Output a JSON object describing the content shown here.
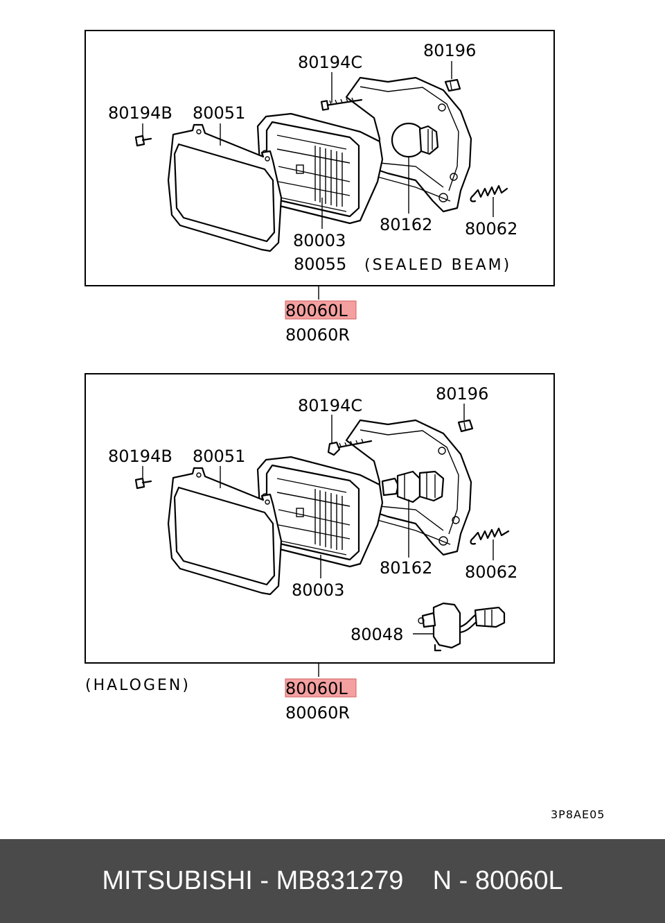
{
  "highlight_color": "#f4a0a0",
  "footer_bg": "#4a4a4a",
  "sections": [
    {
      "labels": {
        "c": "80194C",
        "clip": "80196",
        "b": "80194B",
        "rim": "80051",
        "bulb": "80162",
        "spring": "80062",
        "unit": "80003",
        "alt": "80055",
        "note": "(SEALED BEAM)"
      },
      "ref_left": "80060L",
      "ref_right": "80060R"
    },
    {
      "labels": {
        "c": "80194C",
        "clip": "80196",
        "b": "80194B",
        "rim": "80051",
        "bulb": "80162",
        "spring": "80062",
        "unit": "80003",
        "socket": "80048"
      },
      "note": "(HALOGEN)",
      "ref_left": "80060L",
      "ref_right": "80060R"
    }
  ],
  "diagram_code": "3P8AE05",
  "footer": {
    "text": "MITSUBISHI - MB831279    N - 80060L"
  }
}
